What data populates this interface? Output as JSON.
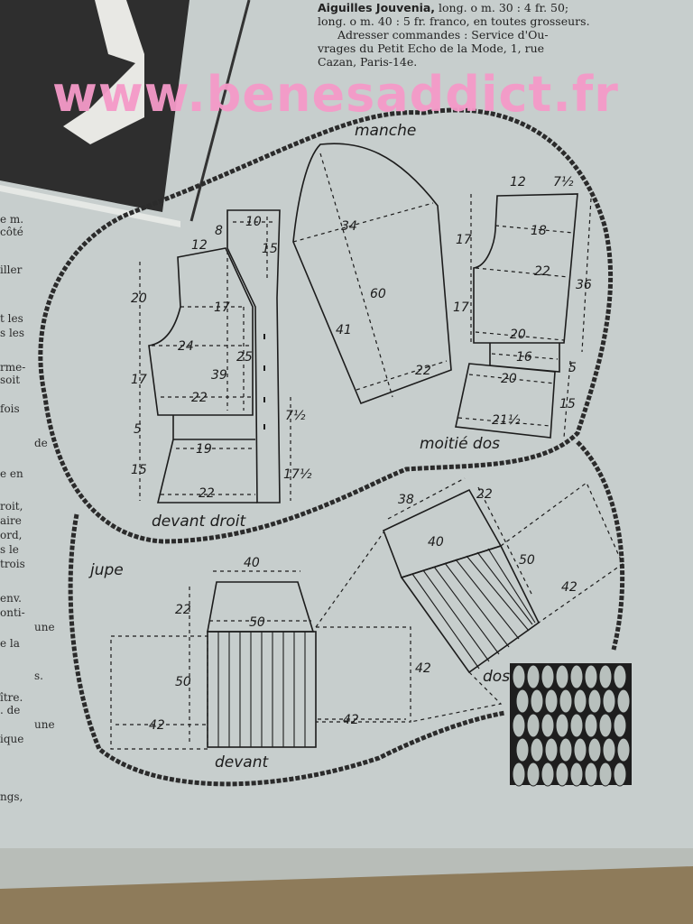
{
  "top_text": {
    "line1_bold": "Aiguilles Jouvenia,",
    "line1_rest": " long. o m. 30 : 4 fr. 50;",
    "line2": "long. o m. 40 : 5 fr. franco, en toutes grosseurs.",
    "line3": "Adresser commandes : Service d'Ou-",
    "line4": "vrages du Petit Echo de la Mode, 1, rue",
    "line5": "Cazan, Paris-14e."
  },
  "watermark": "www.benesaddict.fr",
  "margin_text": [
    "e m.",
    "côté",
    "iller",
    "t les",
    "s les",
    "rme-",
    "soit",
    "fois",
    "de",
    "e en",
    "roit,",
    "aire",
    "ord,",
    "s le",
    "trois",
    "env.",
    "onti-",
    "une",
    "e la",
    "s.",
    "ître.",
    ". de",
    "une",
    "ique",
    "ngs,"
  ],
  "diagram": {
    "devant_droit": {
      "name": "devant droit",
      "measures": [
        "12",
        "8",
        "10",
        "15",
        "20",
        "17",
        "24",
        "39",
        "25",
        "17",
        "22",
        "5",
        "19",
        "15",
        "22",
        "7½",
        "17½"
      ]
    },
    "manche": {
      "name": "manche",
      "measures": [
        "34",
        "60",
        "41",
        "22"
      ]
    },
    "moitie_dos": {
      "name": "moitié dos",
      "measures": [
        "12",
        "7½",
        "18",
        "17",
        "22",
        "17",
        "36",
        "20",
        "16",
        "5",
        "20",
        "21½",
        "15"
      ]
    },
    "jupe": {
      "name": "jupe",
      "devant_name": "devant",
      "dos_name": "dos",
      "measures": [
        "40",
        "22",
        "50",
        "50",
        "42",
        "42",
        "38",
        "40",
        "22",
        "50",
        "42",
        "42"
      ]
    }
  }
}
